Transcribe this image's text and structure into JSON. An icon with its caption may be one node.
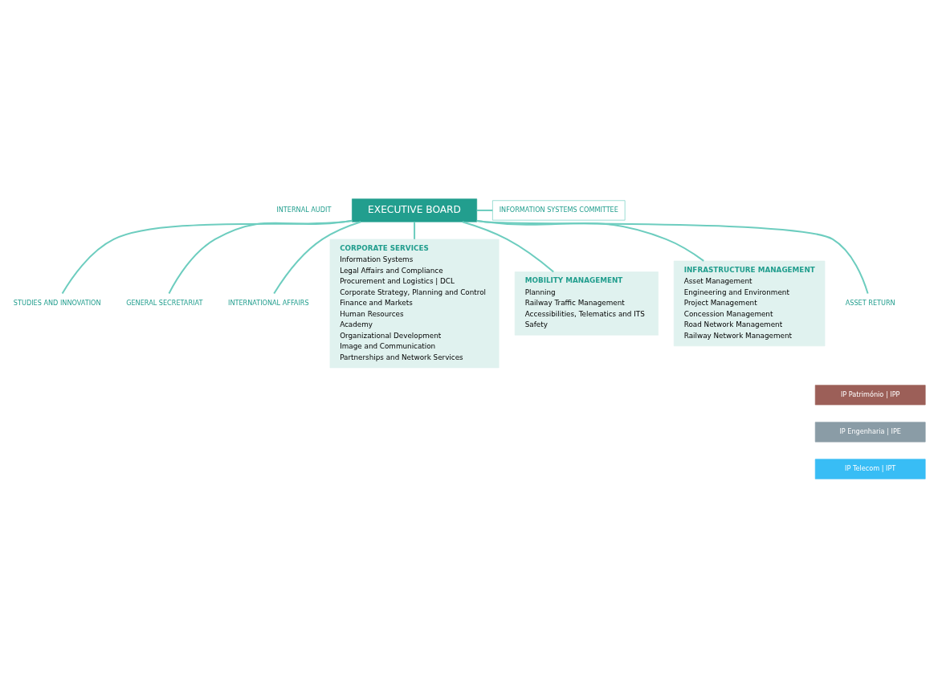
{
  "diagram": {
    "nodes": [
      {
        "text": [
          "EXECUTIVE BOARD"
        ]
      },
      {
        "text": [
          "INFORMATION SYSTEMS COMMITTEE"
        ]
      },
      {
        "text": [
          "STUDIES AND INNOVATION"
        ]
      },
      {
        "text": [
          "GENERAL SECRETARIAT"
        ]
      },
      {
        "text": [
          "INTERNATIONAL AFFAIRS"
        ]
      },
      {
        "text": [
          "CORPORATE SERVICES",
          "Information Systems",
          "Legal Affairs and Compliance",
          "Procurement and Logistics | DCL",
          "Corporate Strategy, Planning and Control",
          "Finance and Markets",
          "Human Resources",
          "Academy",
          "Organizational Development",
          "Image and Communication",
          "Partnerships and Network Services"
        ]
      },
      {
        "text": [
          "MOBILITY MANAGEMENT",
          "Planning",
          "Railway Traffic Management",
          "Accessibilities, Telematics and ITS",
          "Safety"
        ]
      },
      {
        "text": [
          "INFRASTRUCTURE MANAGEMENT",
          "Asset Management",
          "Engineering and Environment",
          "Project Management",
          "Concession Management",
          "Road Network Management",
          "Railway Network Management"
        ]
      },
      {
        "text": [
          "ASSET RETURN"
        ]
      },
      {
        "text": [
          "IP Património | IPP"
        ]
      },
      {
        "text": [
          "IP Engenharia | IPE"
        ]
      },
      {
        "text": [
          "IP Telecom | IPT"
        ]
      }
    ],
    "edges": [
      {
        "from": 0,
        "to": 1,
        "arrow": "none"
      },
      {
        "from": 0,
        "to": 2,
        "arrow": "none"
      },
      {
        "from": 0,
        "to": 3,
        "arrow": "none"
      },
      {
        "from": 0,
        "to": 4,
        "arrow": "none"
      },
      {
        "from": 0,
        "to": 5,
        "arrow": "none"
      },
      {
        "from": 0,
        "to": 6,
        "arrow": "none"
      },
      {
        "from": 0,
        "to": 7,
        "arrow": "none"
      },
      {
        "from": 0,
        "to": 8,
        "arrow": "none"
      }
    ],
    "labels": [
      "INTERNAL AUDIT"
    ]
  }
}
